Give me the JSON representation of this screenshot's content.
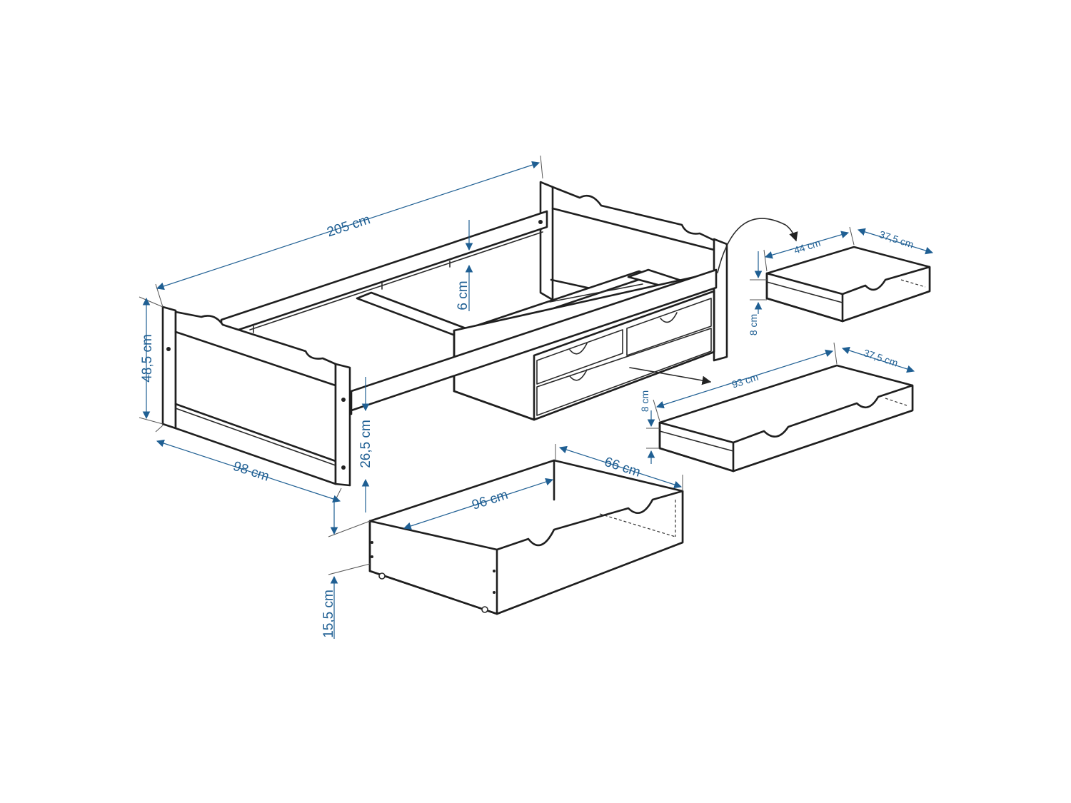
{
  "colors": {
    "dimension_blue": "#1f5f93",
    "outline": "#1f1f1f",
    "background": "#ffffff"
  },
  "dimensions": {
    "bed_length": "205 cm",
    "bed_width": "98 cm",
    "headboard_height": "48,5 cm",
    "rail_height": "6 cm",
    "frame_height": "26,5 cm",
    "large_drawer_length": "96 cm",
    "large_drawer_depth": "66 cm",
    "large_drawer_height": "15,5 cm",
    "long_drawer_length": "93 cm",
    "long_drawer_depth": "37,5 cm",
    "long_drawer_height": "8 cm",
    "small_drawer_length": "44 cm",
    "small_drawer_depth": "37,5 cm",
    "small_drawer_height": "8 cm"
  }
}
